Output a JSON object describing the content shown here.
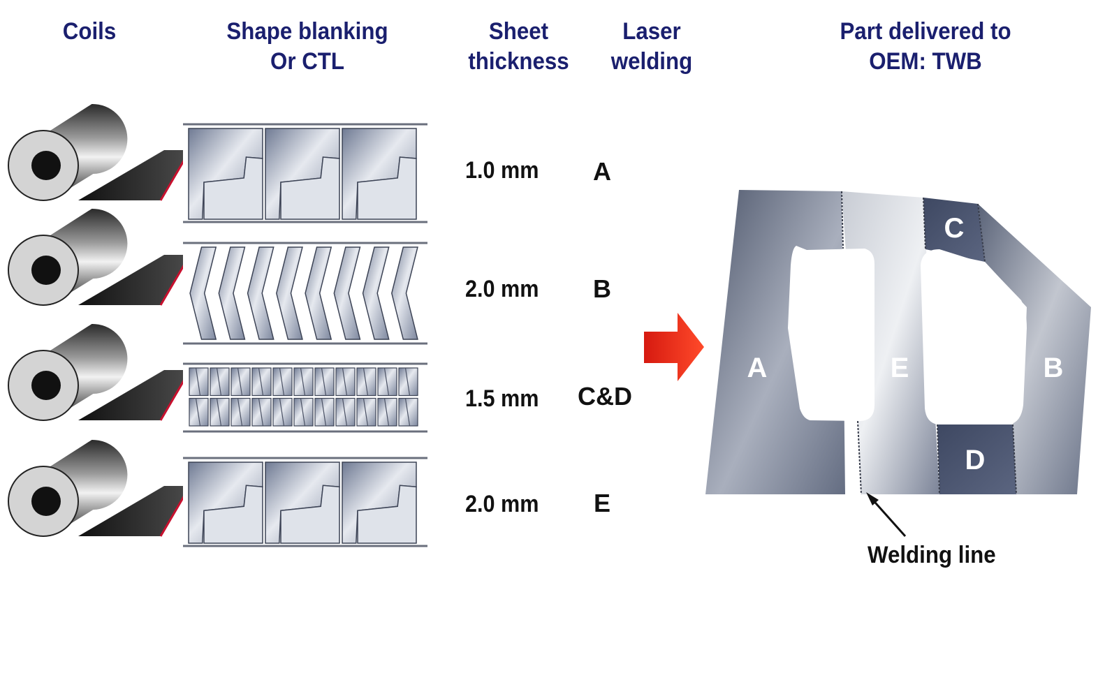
{
  "headers": {
    "coils": [
      "Coils"
    ],
    "blanking": [
      "Shape blanking",
      "Or CTL"
    ],
    "thickness": [
      "Sheet",
      "thickness"
    ],
    "laser": [
      "Laser",
      "welding"
    ],
    "delivered": [
      "Part delivered to",
      "OEM: TWB"
    ]
  },
  "rows": [
    {
      "thickness": "1.0 mm",
      "label": "A"
    },
    {
      "thickness": "2.0 mm",
      "label": "B"
    },
    {
      "thickness": "1.5 mm",
      "label": "C&D"
    },
    {
      "thickness": "2.0 mm",
      "label": "E"
    }
  ],
  "part_labels": {
    "a": "A",
    "b": "B",
    "c": "C",
    "d": "D",
    "e": "E"
  },
  "welding_line_label": "Welding line",
  "colors": {
    "header_text": "#1a1f6e",
    "arrow_red": "#e0281a",
    "coil_edge_red": "#c8102e",
    "steel_dark": "#5b6478",
    "steel_light": "#c9ccd3"
  }
}
